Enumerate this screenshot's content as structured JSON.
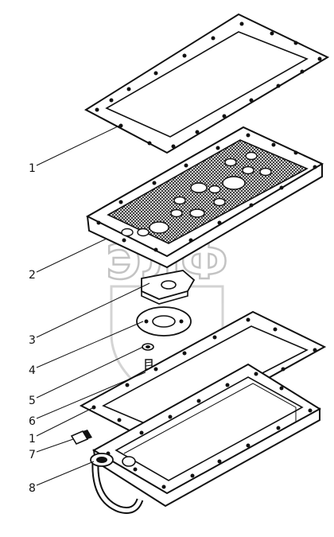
{
  "watermark": "ЭЛФ",
  "callouts": [
    {
      "id": "c1",
      "text": "1"
    },
    {
      "id": "c2",
      "text": "2"
    },
    {
      "id": "c3",
      "text": "3"
    },
    {
      "id": "c4",
      "text": "4"
    },
    {
      "id": "c5",
      "text": "5"
    },
    {
      "id": "c6",
      "text": "6"
    },
    {
      "id": "c1b",
      "text": "1"
    },
    {
      "id": "c7",
      "text": "7"
    },
    {
      "id": "c8",
      "text": "8"
    }
  ]
}
